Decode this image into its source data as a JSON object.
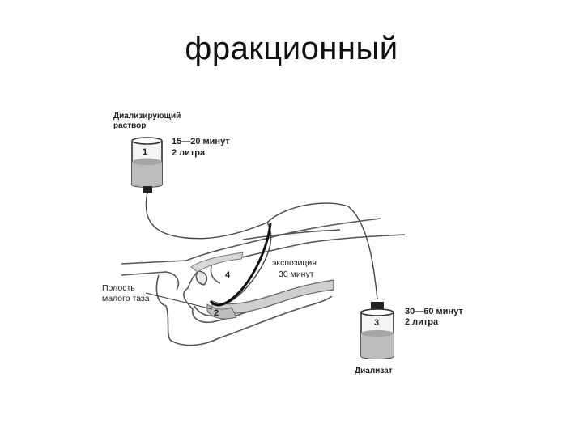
{
  "title": "фракционный",
  "diagram": {
    "source": {
      "label_line1": "Диализирующий",
      "label_line2": "раствор",
      "number": "1",
      "time": "15—20 минут",
      "volume": "2 литра"
    },
    "exposure": {
      "number": "4",
      "label_line1": "экспозиция",
      "label_line2": "30 минут"
    },
    "cavity": {
      "label_line1": "Полость",
      "label_line2": "малого таза",
      "number": "2"
    },
    "dialysate": {
      "number": "3",
      "time": "30—60 минут",
      "volume": "2 литра",
      "label": "Диализат"
    }
  }
}
